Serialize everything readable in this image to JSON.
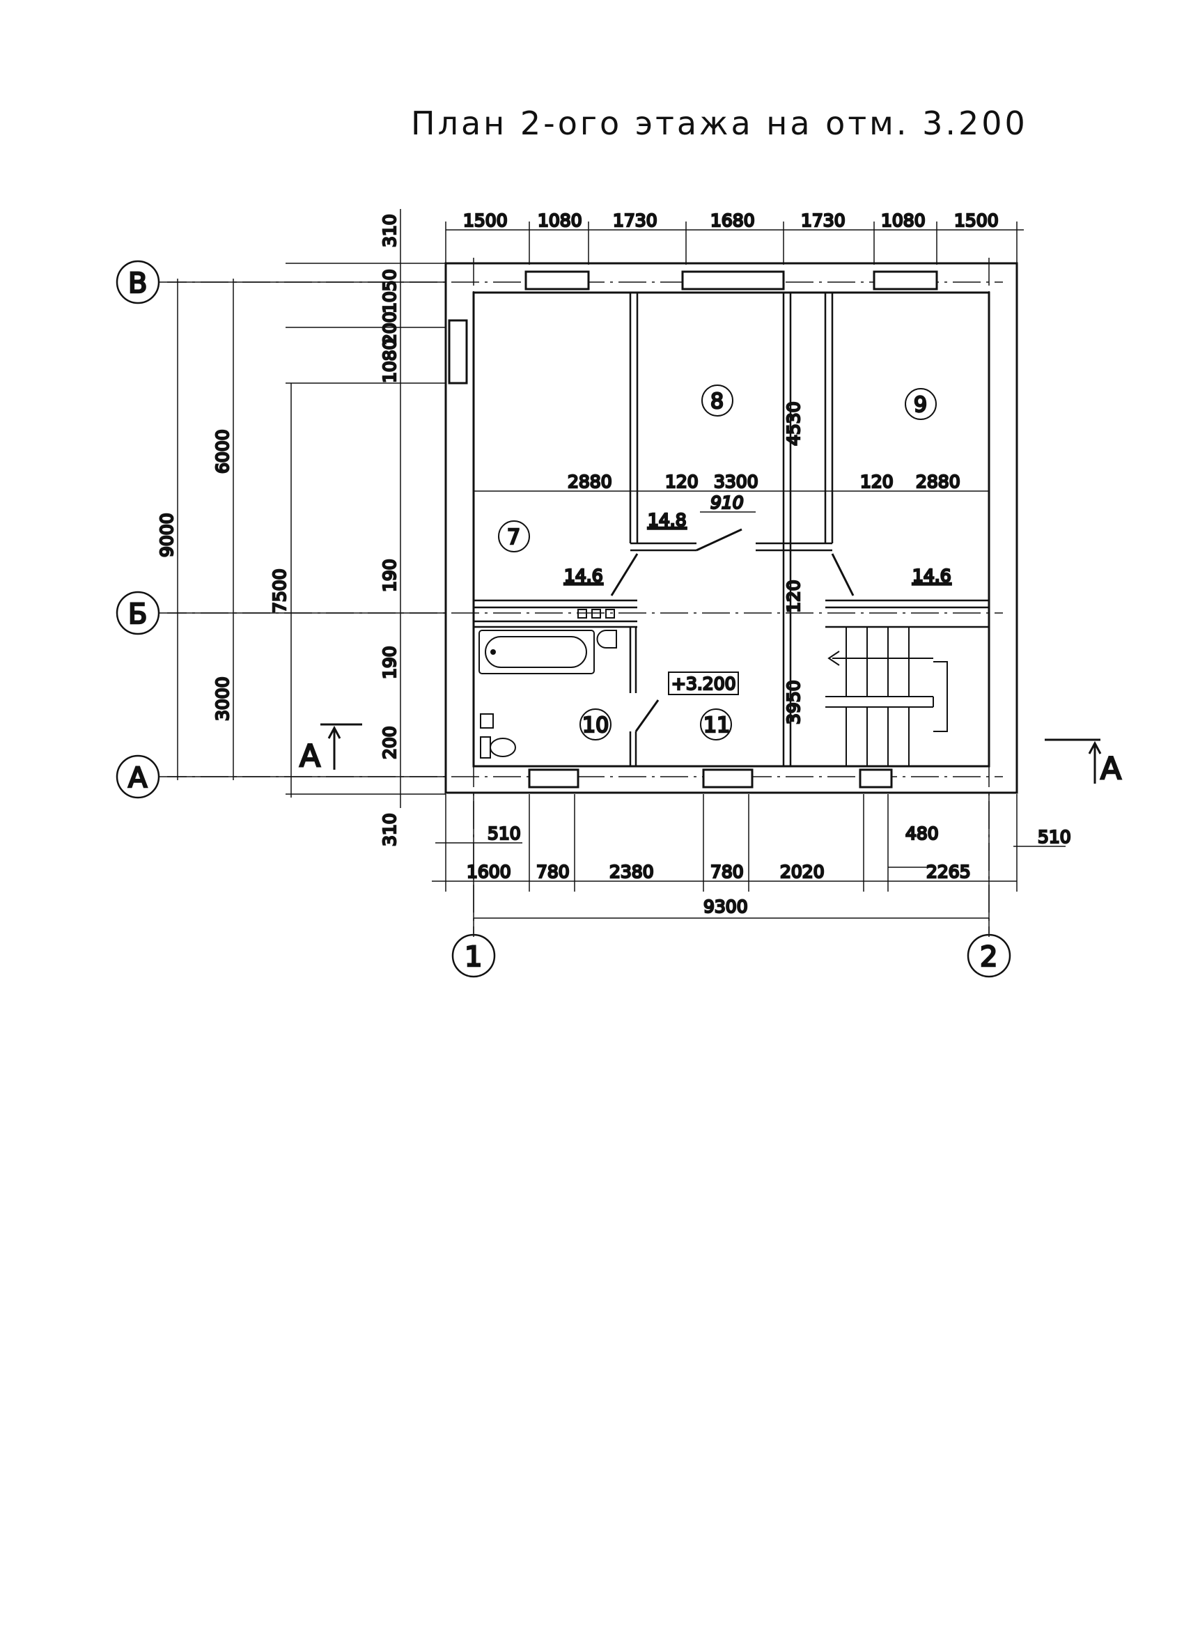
{
  "title": "План 2-ого этажа на отм. 3.200",
  "axes": {
    "rows": [
      "В",
      "Б",
      "А"
    ],
    "cols": [
      "1",
      "2"
    ]
  },
  "dims": {
    "top": [
      "1500",
      "1080",
      "1730",
      "1680",
      "1730",
      "1080",
      "1500"
    ],
    "bottom": [
      "1600",
      "780",
      "2380",
      "780",
      "2020",
      "2265"
    ],
    "bottom_extra": {
      "left510": "510",
      "d480": "480",
      "right510": "510",
      "total": "9300"
    },
    "left_outer": [
      "9000"
    ],
    "left_mid": [
      "6000",
      "3000"
    ],
    "left_inner": [
      "7500"
    ],
    "left_small": [
      "310",
      "1050",
      "200",
      "1080",
      "190",
      "190",
      "200",
      "310"
    ],
    "interior": {
      "w2880a": "2880",
      "w120a": "120",
      "w3300": "3300",
      "w120b": "120",
      "w2880b": "2880",
      "h4530": "4530",
      "w910": "910",
      "h120": "120",
      "h3950": "3950"
    }
  },
  "rooms": [
    "7",
    "8",
    "9",
    "10",
    "11"
  ],
  "areas": {
    "a7": "14.6",
    "a8": "14.8",
    "a9": "14.6"
  },
  "level_mark": "+3.200",
  "section": {
    "left": "А",
    "right": "А"
  }
}
